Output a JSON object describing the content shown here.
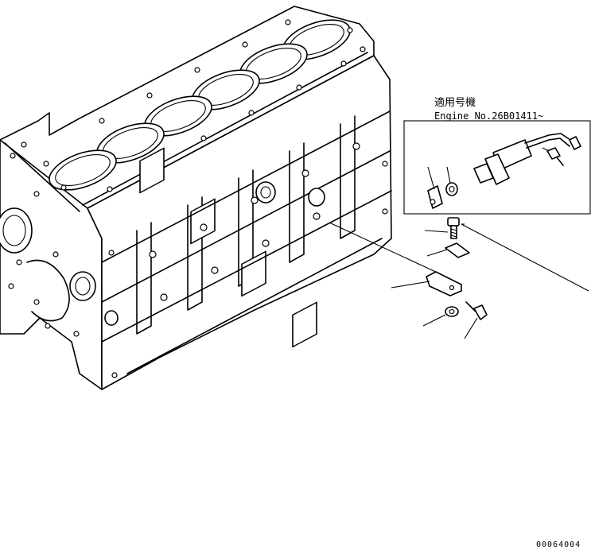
{
  "applicability_note": {
    "line1": "適用号機",
    "line2": "Engine No.26B01411~"
  },
  "drawing_number": "00064004"
}
